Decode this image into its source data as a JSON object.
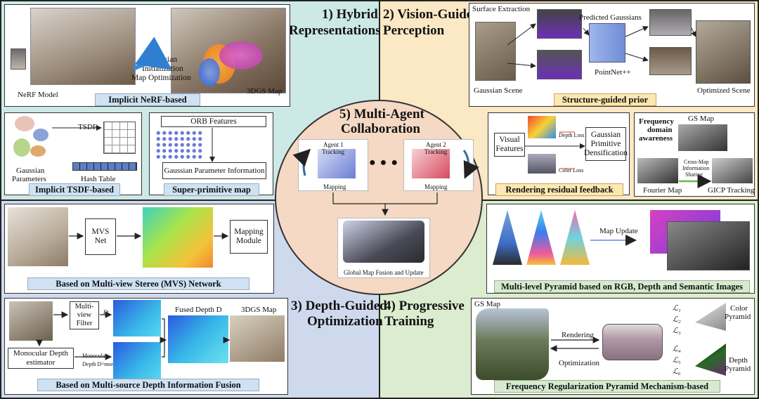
{
  "sections": {
    "s1": {
      "title_a": "1) Hybrid",
      "title_b": "Representations",
      "color": "#cde9e6"
    },
    "s2": {
      "title_a": "2) Vision-Guided",
      "title_b": "Perception",
      "color": "#fbe8c4"
    },
    "s3": {
      "title_a": "3) Depth-Guided",
      "title_b": "Optimization",
      "color": "#cfd9ee"
    },
    "s4": {
      "title_a": "4) Progressive",
      "title_b": "Training",
      "color": "#dbeccf"
    },
    "s5": {
      "title_a": "5) Multi-Agent",
      "title_b": "Collaboration",
      "color": "#f5d9c4"
    }
  },
  "nerf": {
    "label": "Implicit NeRF-based",
    "nerf_model": "NeRF Model",
    "gaussian_init_a": "Gaussian",
    "gaussian_init_b": "Initialization",
    "map_opt": "Map Optimization",
    "map_3dgs": "3DGS Map"
  },
  "tsdf": {
    "label": "Implicit TSDF-based",
    "tsdf": "TSDF",
    "gaussian_params_a": "Gaussian",
    "gaussian_params_b": "Parameters",
    "hash_table": "Hash Table"
  },
  "superprim": {
    "label": "Super-primitive map",
    "orb": "ORB Features",
    "gpi": "Gaussian Parameter Information"
  },
  "structure": {
    "label": "Structure-guided prior",
    "surface": "Surface Extraction",
    "predicted": "Predicted Gaussians",
    "pointnet": "PointNet++",
    "scene": "Gaussian Scene",
    "optimized": "Optimized Scene"
  },
  "residual": {
    "label": "Rendering residual feedback",
    "visual_a": "Visual",
    "visual_b": "Features",
    "gpd_a": "Gaussian",
    "gpd_b": "Primitive",
    "gpd_c": "Densification",
    "depth_loss": "Depth Loss",
    "color_loss": "Color Loss"
  },
  "freq": {
    "title_a": "Frequency",
    "title_b": "domain",
    "title_c": "awareness",
    "gs_map": "GS Map",
    "fourier": "Fourier Map",
    "gicp": "GICP Tracking",
    "share_a": "Cross-Map",
    "share_b": "Information",
    "share_c": "Sharing"
  },
  "multiagent": {
    "agent1_a": "Agent 1",
    "agent1_b": "Tracking",
    "agent2_a": "Agent 2",
    "agent2_b": "Tracking",
    "mapping": "Mapping",
    "global": "Global Map Fusion and Update",
    "dots": "● ● ●"
  },
  "mvs": {
    "label": "Based on Multi-view Stereo (MVS) Network",
    "net_a": "MVS",
    "net_b": "Net",
    "mod_a": "Mapping",
    "mod_b": "Module"
  },
  "fusion": {
    "label": "Based on Multi-source Depth Information Fusion",
    "filter_a": "Multi-",
    "filter_b": "view",
    "filter_c": "Filter",
    "dv": "Dᵛ",
    "fused": "Fused Depth D",
    "map": "3DGS Map",
    "mono_a": "Monocular Depth",
    "mono_b": "estimator",
    "mono_lbl_a": "Monocular",
    "mono_lbl_b": "Depth D^mono"
  },
  "pyramid": {
    "label": "Multi-level Pyramid based on RGB, Depth and Semantic Images",
    "update": "Map Update"
  },
  "freqreg": {
    "label": "Frequency Regularization Pyramid Mechanism-based",
    "gs_map": "GS Map",
    "rendering": "Rendering",
    "optimization": "Optimization",
    "color_a": "Color",
    "color_b": "Pyramid",
    "depth_a": "Depth",
    "depth_b": "Pyramid",
    "l1": "ℒ₁",
    "l2": "ℒ₂",
    "l3": "ℒ₃",
    "l4": "ℒ₄",
    "l5": "ℒ₅",
    "l6": "ℒ₆"
  }
}
